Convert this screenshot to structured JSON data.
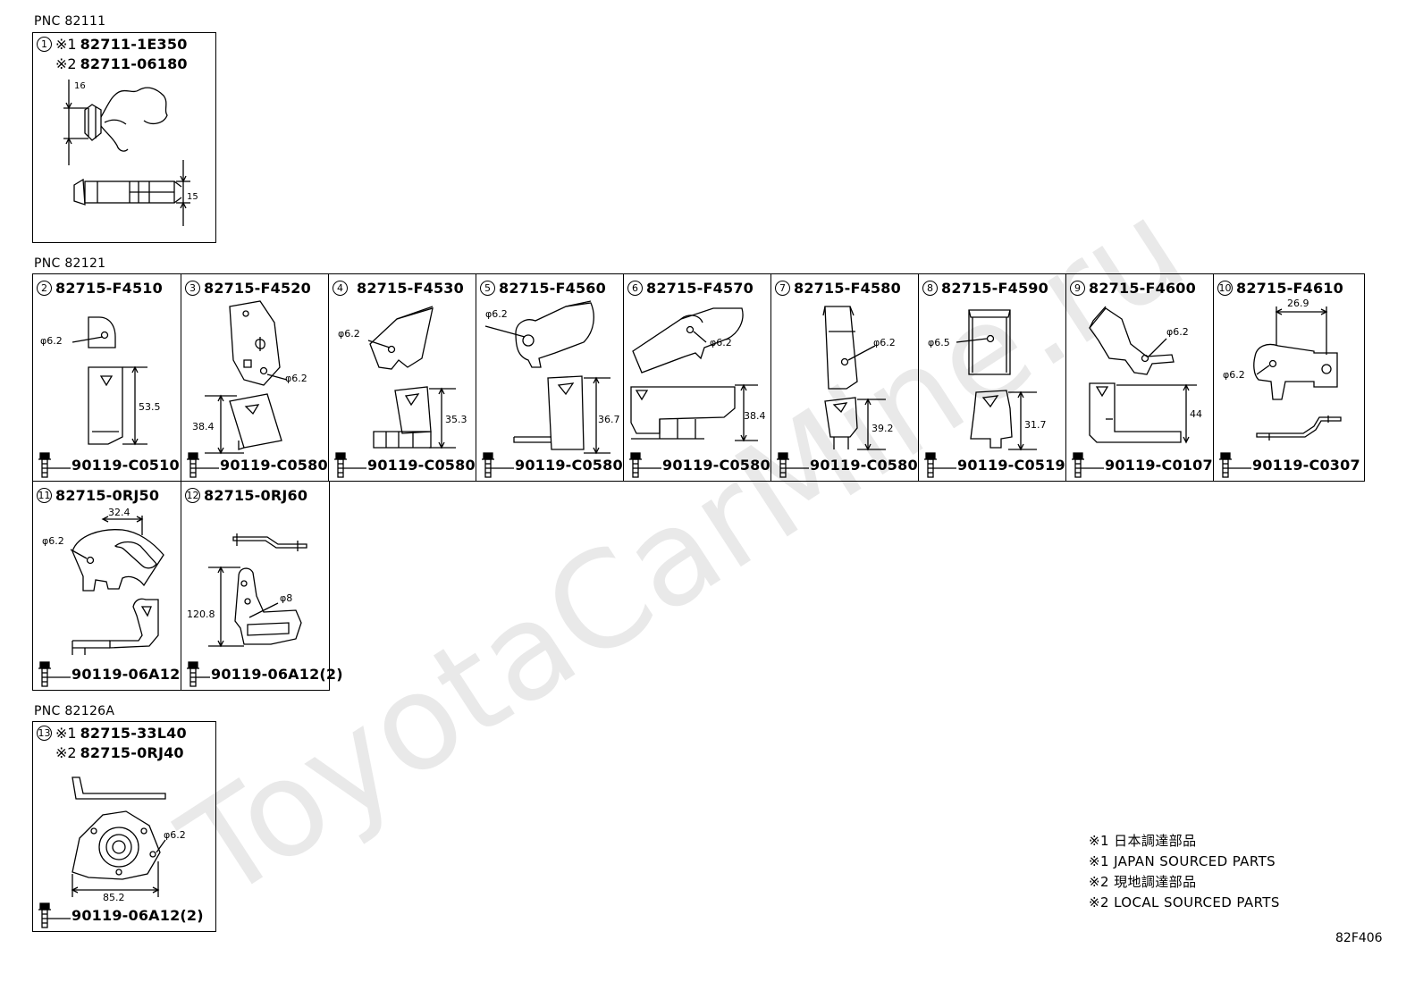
{
  "sections": [
    {
      "pnc": "PNC 82111",
      "items": [
        {
          "num": "1",
          "lines": [
            {
              "mark": "※1",
              "pn": "82711-1E350"
            },
            {
              "mark": "※2",
              "pn": "82711-06180"
            }
          ],
          "dims": [
            "16",
            "15"
          ],
          "bolt": ""
        }
      ]
    },
    {
      "pnc": "PNC 82121",
      "items": [
        {
          "num": "2",
          "pn": "82715-F4510",
          "dims": [
            "φ6.2",
            "53.5"
          ],
          "bolt": "90119-C0510"
        },
        {
          "num": "3",
          "pn": "82715-F4520",
          "dims": [
            "φ6.2",
            "38.4"
          ],
          "bolt": "90119-C0580"
        },
        {
          "num": "4",
          "pn": "82715-F4530",
          "dims": [
            "φ6.2",
            "35.3"
          ],
          "bolt": "90119-C0580"
        },
        {
          "num": "5",
          "pn": "82715-F4560",
          "dims": [
            "φ6.2",
            "36.7"
          ],
          "bolt": "90119-C0580"
        },
        {
          "num": "6",
          "pn": "82715-F4570",
          "dims": [
            "φ6.2",
            "38.4"
          ],
          "bolt": "90119-C0580"
        },
        {
          "num": "7",
          "pn": "82715-F4580",
          "dims": [
            "φ6.2",
            "39.2"
          ],
          "bolt": "90119-C0580"
        },
        {
          "num": "8",
          "pn": "82715-F4590",
          "dims": [
            "φ6.5",
            "31.7"
          ],
          "bolt": "90119-C0519"
        },
        {
          "num": "9",
          "pn": "82715-F4600",
          "dims": [
            "φ6.2",
            "44"
          ],
          "bolt": "90119-C0107"
        },
        {
          "num": "10",
          "pn": "82715-F4610",
          "dims": [
            "26.9",
            "φ6.2"
          ],
          "bolt": "90119-C0307"
        },
        {
          "num": "11",
          "pn": "82715-0RJ50",
          "dims": [
            "32.4",
            "φ6.2"
          ],
          "bolt": "90119-06A12"
        },
        {
          "num": "12",
          "pn": "82715-0RJ60",
          "dims": [
            "φ8",
            "120.8"
          ],
          "bolt": "90119-06A12(2)"
        }
      ]
    },
    {
      "pnc": "PNC 82126A",
      "items": [
        {
          "num": "13",
          "lines": [
            {
              "mark": "※1",
              "pn": "82715-33L40"
            },
            {
              "mark": "※2",
              "pn": "82715-0RJ40"
            }
          ],
          "dims": [
            "φ6.2",
            "85.2"
          ],
          "bolt": "90119-06A12(2)"
        }
      ]
    }
  ],
  "legend": [
    "※1 日本調達部品",
    "※1 JAPAN SOURCED PARTS",
    "※2 現地調達部品",
    "※2 LOCAL SOURCED PARTS"
  ],
  "figure_ref": "82F406",
  "watermark": "ToyotaCarMine.ru"
}
